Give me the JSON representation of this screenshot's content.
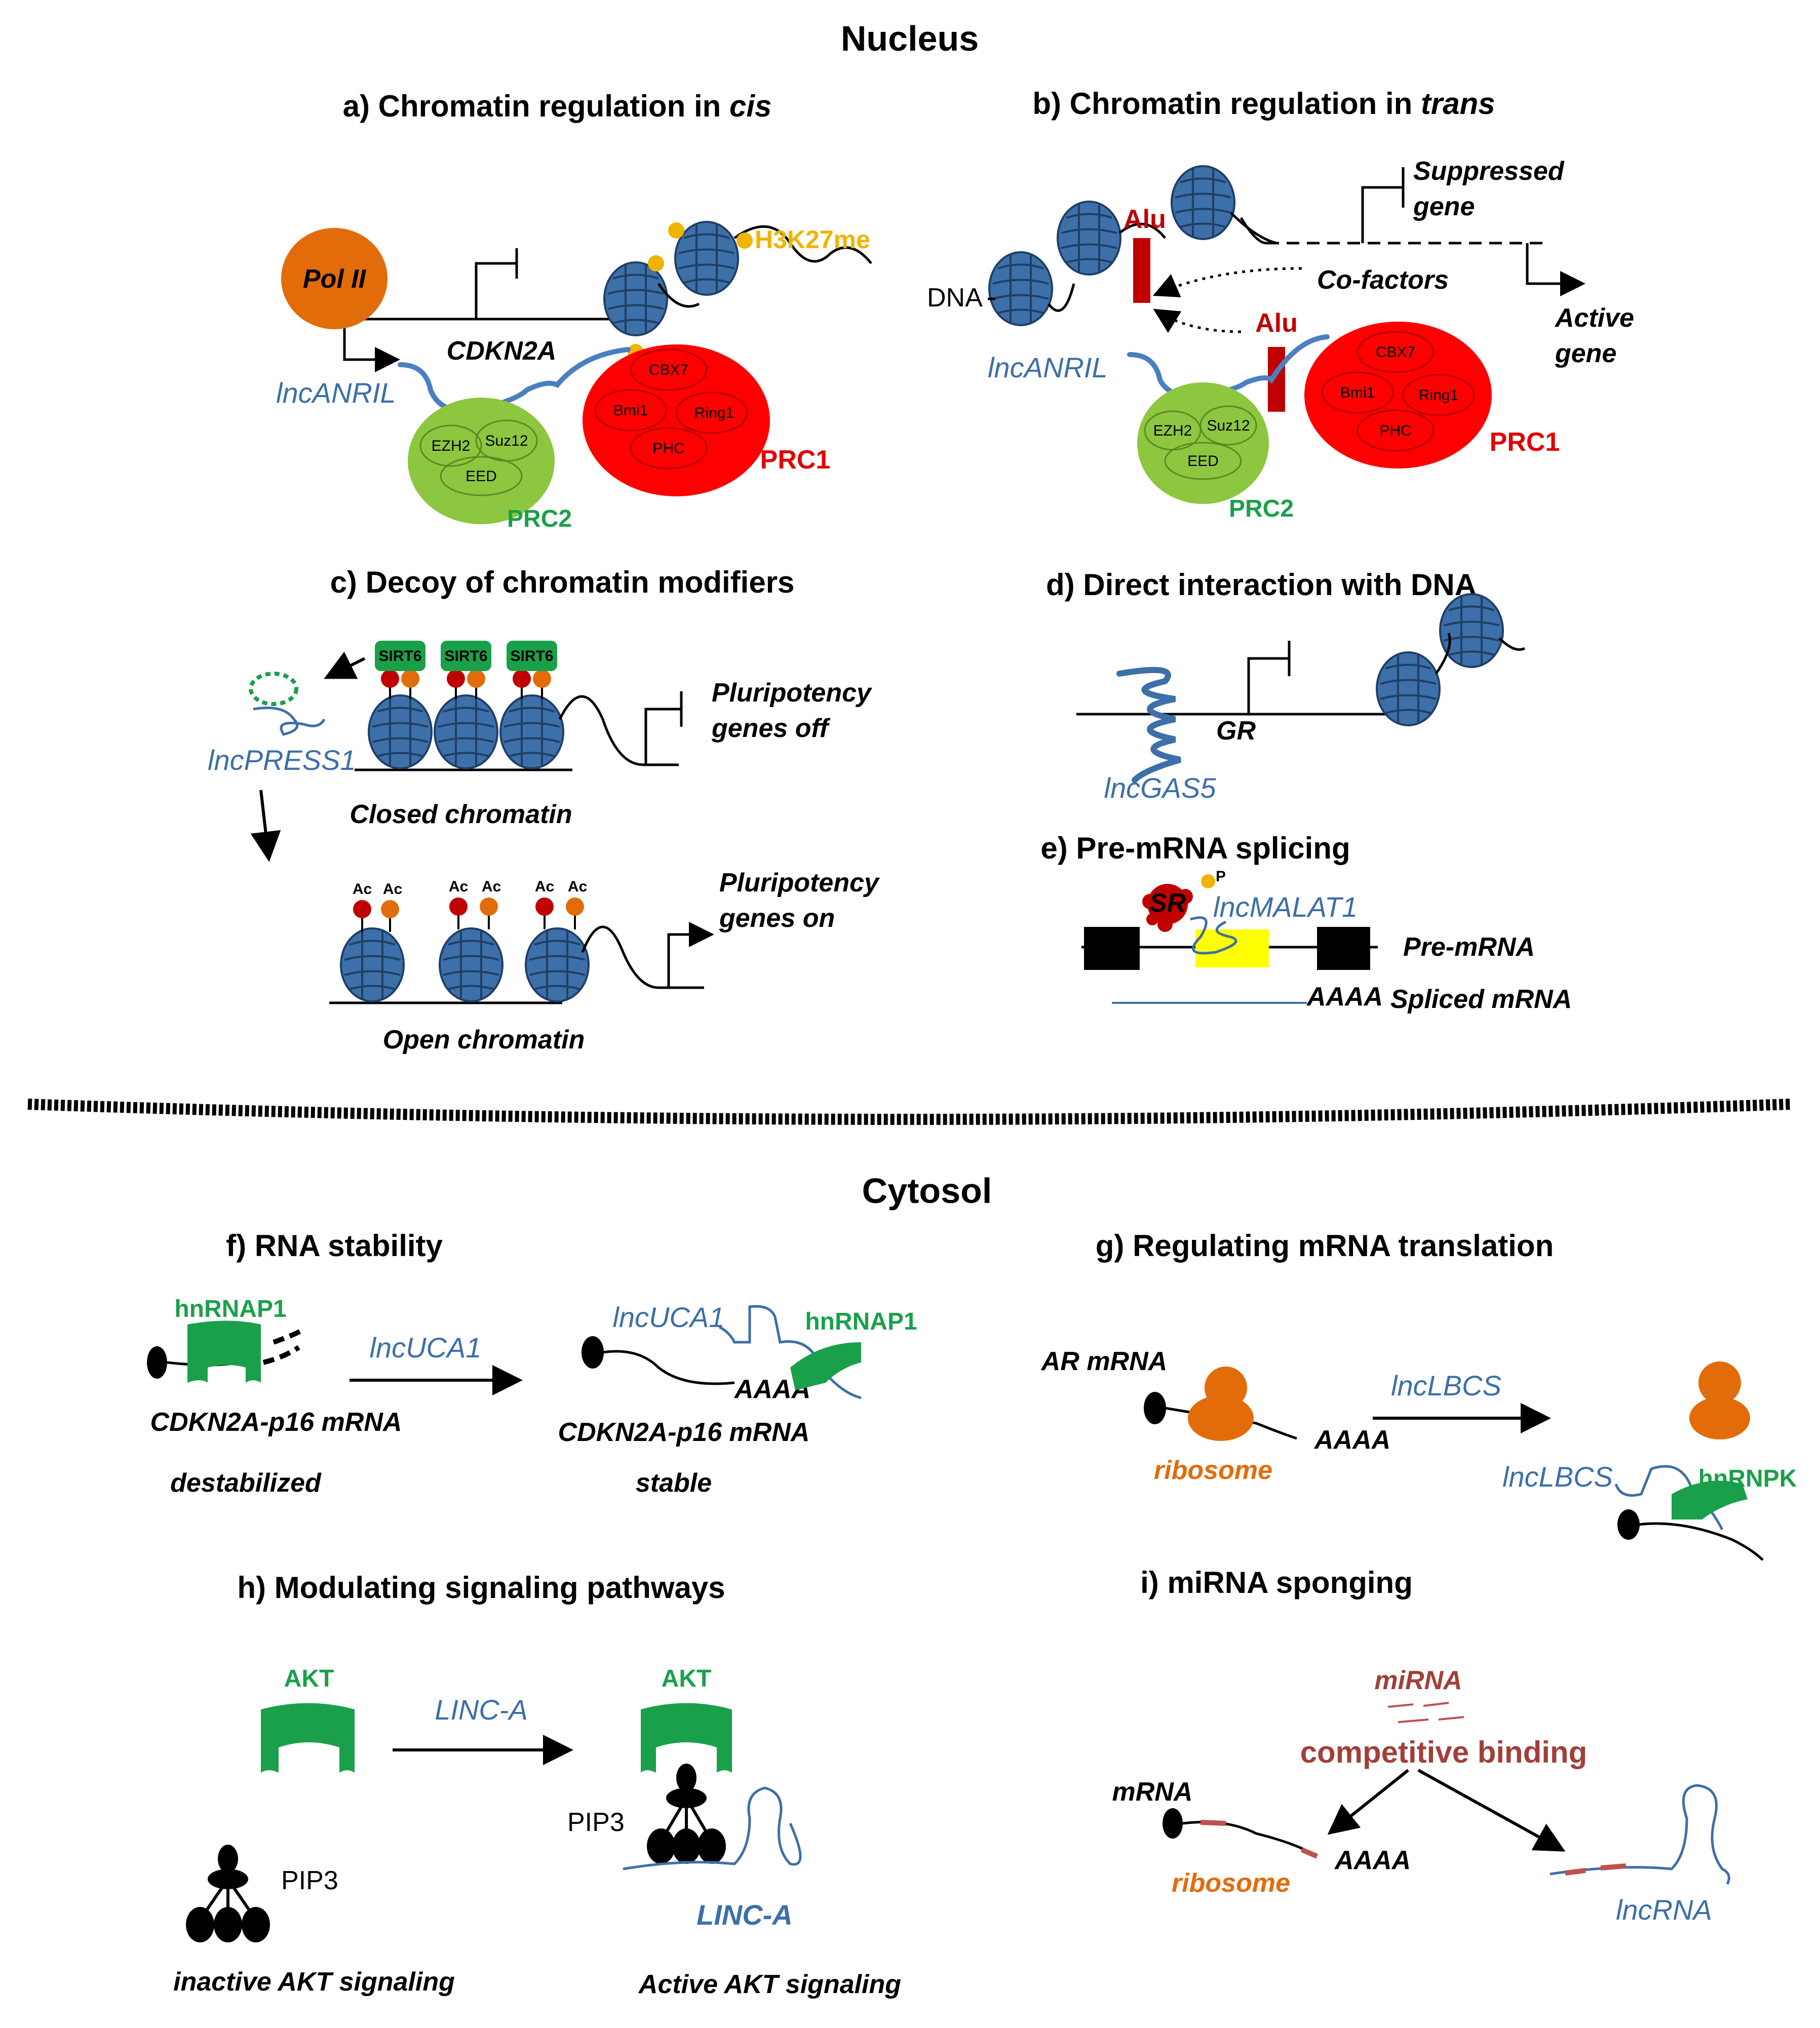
{
  "titles": {
    "nucleus": "Nucleus",
    "cytosol": "Cytosol"
  },
  "panel_a": {
    "heading": "a) Chromatin regulation in ",
    "heading_italic": "cis",
    "pol2": "Pol II",
    "gene": "CDKN2A",
    "lncrna": "lncANRIL",
    "mark": "H3K27me",
    "prc2_subunits": [
      "EZH2",
      "Suz12",
      "EED"
    ],
    "prc2": "PRC2",
    "prc1_subunits": [
      "CBX7",
      "Bmi1",
      "Ring1",
      "PHC"
    ],
    "prc1": "PRC1"
  },
  "panel_b": {
    "heading": "b) Chromatin regulation in ",
    "heading_italic": "trans",
    "dna": "DNA",
    "alu1": "Alu",
    "alu2": "Alu",
    "cofactors": "Co-factors",
    "suppressed_1": "Suppressed",
    "suppressed_2": "gene",
    "active_1": "Active",
    "active_2": "gene",
    "lncrna": "lncANRIL",
    "prc2_subunits": [
      "EZH2",
      "Suz12",
      "EED"
    ],
    "prc2": "PRC2",
    "prc1_subunits": [
      "CBX7",
      "Bmi1",
      "Ring1",
      "PHC"
    ],
    "prc1": "PRC1"
  },
  "panel_c": {
    "heading": "c) Decoy of chromatin modifiers",
    "sirt": [
      "SIRT6",
      "SIRT6",
      "SIRT6"
    ],
    "lncrna": "lncPRESS1",
    "off_1": "Pluripotency",
    "off_2": "genes off",
    "closed": "Closed chromatin",
    "ac": [
      "Ac",
      "Ac",
      "Ac",
      "Ac",
      "Ac",
      "Ac"
    ],
    "on_1": "Pluripotency",
    "on_2": "genes on",
    "open": "Open  chromatin"
  },
  "panel_d": {
    "heading": "d) Direct interaction with DNA",
    "gr": "GR",
    "lncrna": "lncGAS5"
  },
  "panel_e": {
    "heading": "e) Pre-mRNA splicing",
    "sr": "SR",
    "p": "P",
    "lncrna": "lncMALAT1",
    "premrna": "Pre-mRNA",
    "polya": "AAAA",
    "spliced": "Spliced mRNA"
  },
  "panel_f": {
    "heading": "f) RNA stability",
    "protein_left": "hnRNAP1",
    "mrna_left": "CDKN2A-p16 mRNA",
    "state_left": "destabilized",
    "arrow_label": "lncUCA1",
    "lncrna": "lncUCA1",
    "protein_right": "hnRNAP1",
    "polya": "AAAA",
    "mrna_right": "CDKN2A-p16 mRNA",
    "state_right": "stable"
  },
  "panel_g": {
    "heading": "g) Regulating mRNA translation",
    "mrna": "AR mRNA",
    "polya": "AAAA",
    "ribosome": "ribosome",
    "arrow_label": "lncLBCS",
    "lncrna": "lncLBCS",
    "protein": "hnRNPK"
  },
  "panel_h": {
    "heading": "h) Modulating signaling pathways",
    "akt_left": "AKT",
    "pip3_left": "PIP3",
    "state_left": "inactive AKT signaling",
    "arrow_label": "LINC-A",
    "akt_right": "AKT",
    "pip3_right": "PIP3",
    "lncrna": "LINC-A",
    "state_right": "Active AKT signaling"
  },
  "panel_i": {
    "heading": "i) miRNA sponging",
    "mirna": "miRNA",
    "competitive": "competitive binding",
    "mrna": "mRNA",
    "polya": "AAAA",
    "ribosome": "ribosome",
    "lncrna": "lncRNA"
  },
  "colors": {
    "nucleosome": "#3d6fa8",
    "rna_blue": "#4a7fc1",
    "prc1": "#ff0000",
    "prc2": "#8dc63f",
    "pol2": "#e36c0a",
    "alu": "#c00000",
    "green_protein": "#1aa04a",
    "ribosome": "#e36c0a",
    "mark": "#f0b400",
    "mirna": "#a0403a"
  }
}
